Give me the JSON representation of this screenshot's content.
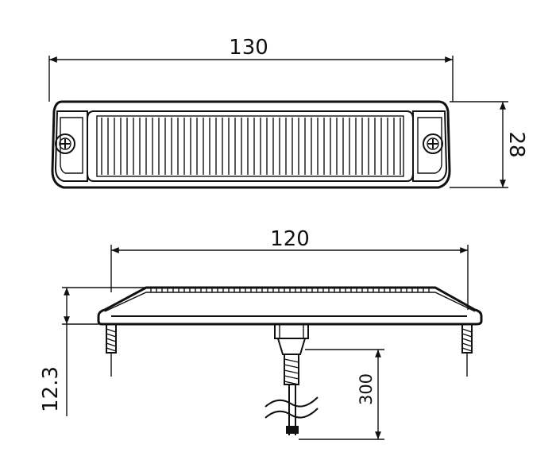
{
  "dimensions": {
    "top_width": "130",
    "top_height": "28",
    "side_width": "120",
    "side_height": "12.3",
    "cable_length": "300"
  },
  "colors": {
    "ink": "#111111",
    "background": "#ffffff"
  }
}
